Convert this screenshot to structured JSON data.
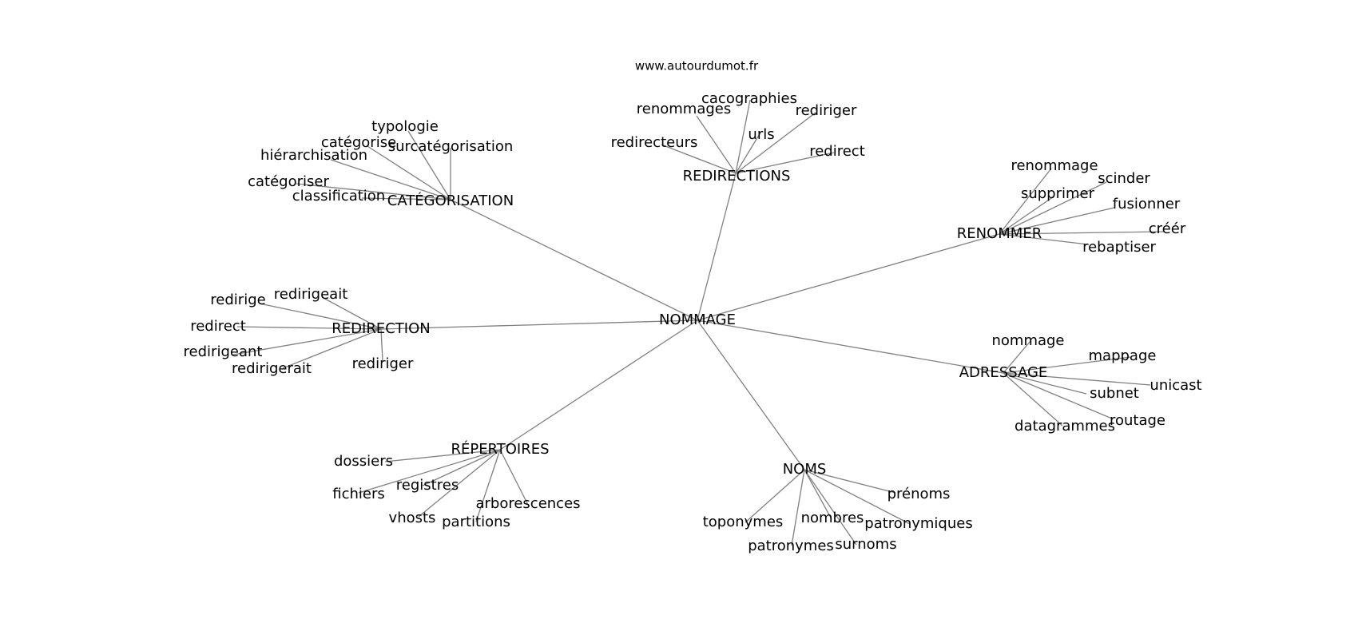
{
  "source": "www.autourdumot.fr",
  "center": "NOMMAGE",
  "groups": [
    {
      "hub": "CATÉGORISATION",
      "leaves": [
        "typologie",
        "catégorise",
        "surcatégorisation",
        "hiérarchisation",
        "catégoriser",
        "classification"
      ]
    },
    {
      "hub": "REDIRECTIONS",
      "leaves": [
        "renommages",
        "cacographies",
        "rediriger",
        "urls",
        "redirecteurs",
        "redirect"
      ]
    },
    {
      "hub": "RENOMMER",
      "leaves": [
        "renommage",
        "scinder",
        "supprimer",
        "fusionner",
        "créér",
        "rebaptiser"
      ]
    },
    {
      "hub": "REDIRECTION",
      "leaves": [
        "redirigeait",
        "redirige",
        "redirect",
        "redirigeant",
        "redirigerait",
        "rediriger"
      ]
    },
    {
      "hub": "ADRESSAGE",
      "leaves": [
        "nommage",
        "mappage",
        "unicast",
        "subnet",
        "routage",
        "datagrammes"
      ]
    },
    {
      "hub": "RÉPERTOIRES",
      "leaves": [
        "dossiers",
        "registres",
        "fichiers",
        "arborescences",
        "vhosts",
        "partitions"
      ]
    },
    {
      "hub": "NOMS",
      "leaves": [
        "prénoms",
        "toponymes",
        "nombres",
        "patronymiques",
        "surnoms",
        "patronymes"
      ]
    }
  ]
}
